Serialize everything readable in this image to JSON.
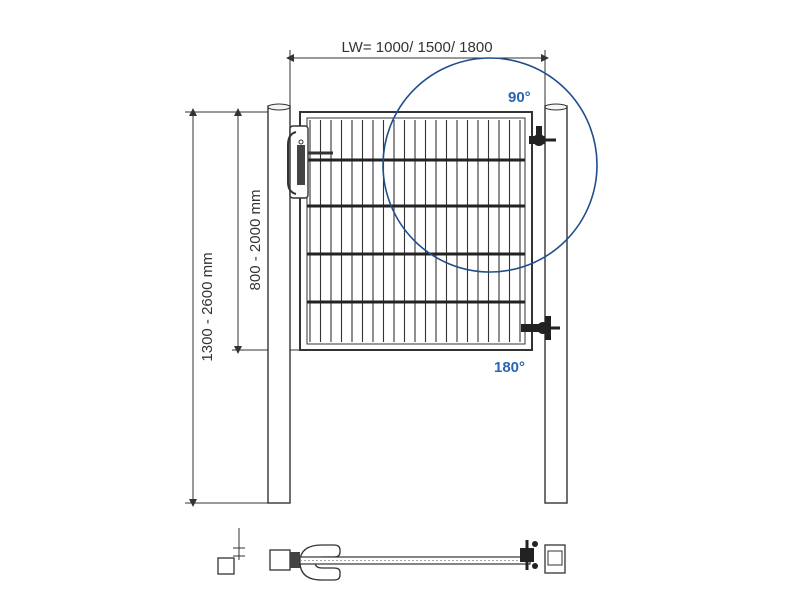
{
  "dimensions": {
    "width_label": "LW= 1000/ 1500/ 1800",
    "total_height_label": "1300 - 2600 mm",
    "gate_height_label": "800 - 2000 mm"
  },
  "angles": {
    "open_90": "90°",
    "open_180": "180°"
  },
  "colors": {
    "line": "#333333",
    "accent_blue": "#1f4e8c",
    "angle_text": "#2a66b0"
  }
}
